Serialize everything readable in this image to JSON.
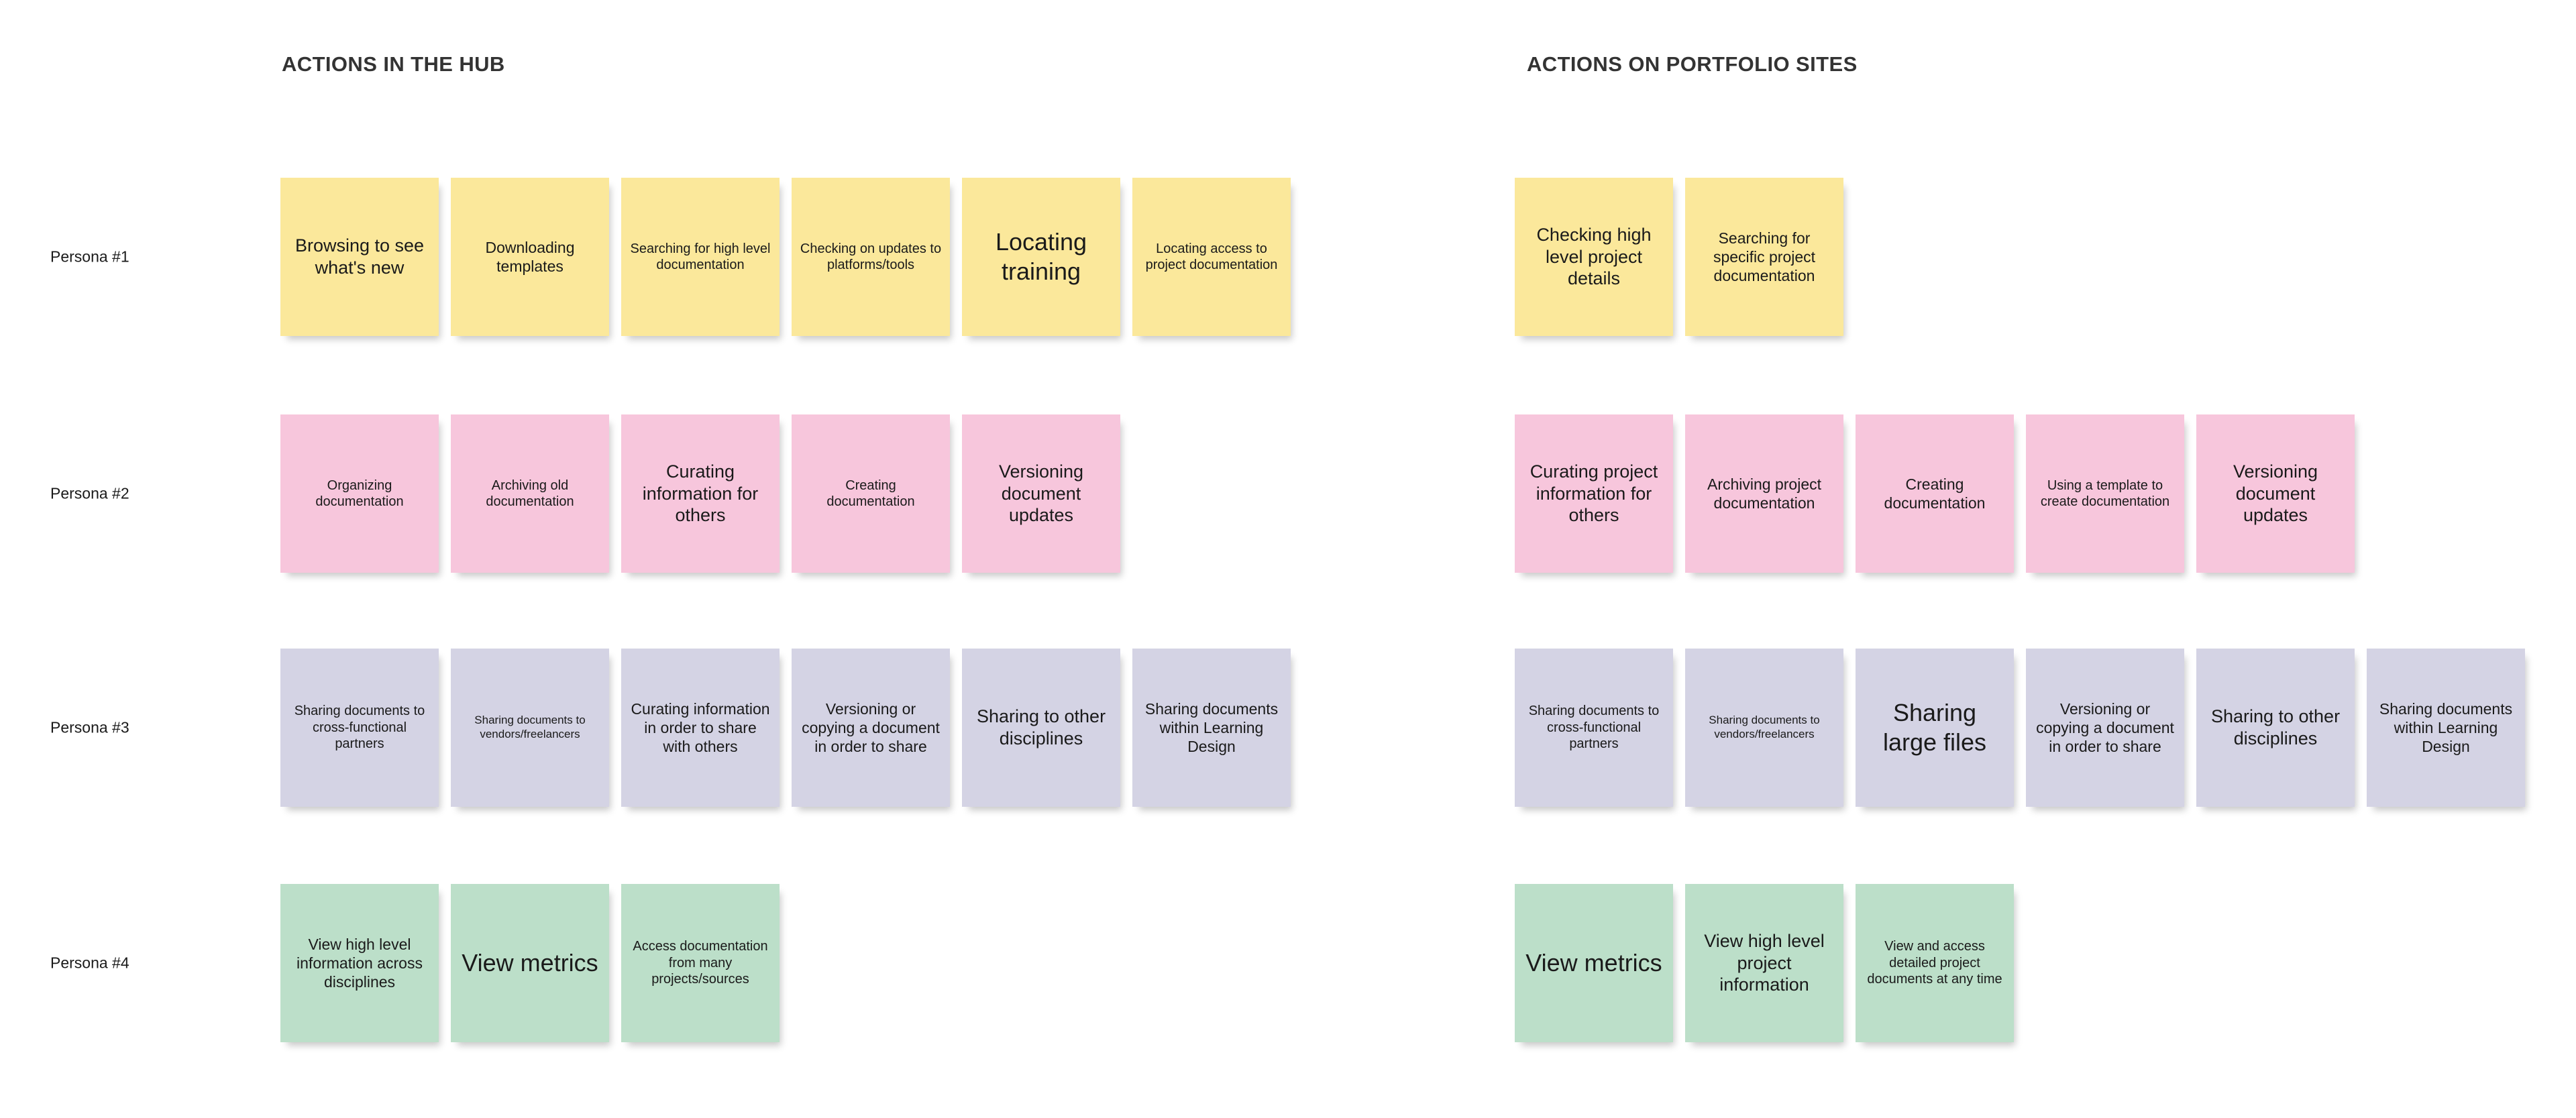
{
  "headers": {
    "hub": "ACTIONS IN THE HUB",
    "portfolio": "ACTIONS ON PORTFOLIO SITES"
  },
  "colors": {
    "yellow": "#fbe89b",
    "pink": "#f7c6dc",
    "lavender": "#d4d3e4",
    "green": "#bcdfc9",
    "header_text": "#333333",
    "note_text": "#1a1a1a",
    "background": "#ffffff"
  },
  "rows": [
    {
      "label": "Persona #1",
      "color": "yellow",
      "hub": [
        {
          "text": "Browsing to see what's new",
          "size": "lg"
        },
        {
          "text": "Downloading templates",
          "size": "md"
        },
        {
          "text": "Searching for high level documentation",
          "size": "sm"
        },
        {
          "text": "Checking on updates to platforms/tools",
          "size": "sm"
        },
        {
          "text": "Locating training",
          "size": "xl"
        },
        {
          "text": "Locating access to project documentation",
          "size": "sm"
        }
      ],
      "portfolio": [
        {
          "text": "Checking high level project details",
          "size": "lg"
        },
        {
          "text": "Searching for specific project documentation",
          "size": "md"
        }
      ]
    },
    {
      "label": "Persona #2",
      "color": "pink",
      "hub": [
        {
          "text": "Organizing documentation",
          "size": "sm"
        },
        {
          "text": "Archiving old documentation",
          "size": "sm"
        },
        {
          "text": "Curating information for others",
          "size": "lg"
        },
        {
          "text": "Creating documentation",
          "size": "sm"
        },
        {
          "text": "Versioning document updates",
          "size": "lg"
        }
      ],
      "portfolio": [
        {
          "text": "Curating project information for others",
          "size": "lg"
        },
        {
          "text": "Archiving project documentation",
          "size": "md"
        },
        {
          "text": "Creating documentation",
          "size": "md"
        },
        {
          "text": "Using a template to create documentation",
          "size": "sm"
        },
        {
          "text": "Versioning document updates",
          "size": "lg"
        }
      ]
    },
    {
      "label": "Persona #3",
      "color": "lavender",
      "hub": [
        {
          "text": "Sharing documents to cross-functional partners",
          "size": "sm"
        },
        {
          "text": "Sharing documents to vendors/freelancers",
          "size": "xs"
        },
        {
          "text": "Curating information in order to share with others",
          "size": "md"
        },
        {
          "text": "Versioning or copying a document in order to share",
          "size": "md"
        },
        {
          "text": "Sharing to other disciplines",
          "size": "lg"
        },
        {
          "text": "Sharing documents within Learning Design",
          "size": "md"
        }
      ],
      "portfolio": [
        {
          "text": "Sharing documents to cross-functional partners",
          "size": "sm"
        },
        {
          "text": "Sharing documents to vendors/freelancers",
          "size": "xs"
        },
        {
          "text": "Sharing large files",
          "size": "xl"
        },
        {
          "text": "Versioning or copying a document in order to share",
          "size": "md"
        },
        {
          "text": "Sharing to other disciplines",
          "size": "lg"
        },
        {
          "text": "Sharing documents within Learning Design",
          "size": "md"
        }
      ]
    },
    {
      "label": "Persona #4",
      "color": "green",
      "hub": [
        {
          "text": "View high level information across disciplines",
          "size": "md"
        },
        {
          "text": "View metrics",
          "size": "xl"
        },
        {
          "text": "Access documentation from many projects/sources",
          "size": "sm"
        }
      ],
      "portfolio": [
        {
          "text": "View metrics",
          "size": "xl"
        },
        {
          "text": "View high level project information",
          "size": "lg"
        },
        {
          "text": "View and access detailed project documents at any time",
          "size": "sm"
        }
      ]
    }
  ]
}
